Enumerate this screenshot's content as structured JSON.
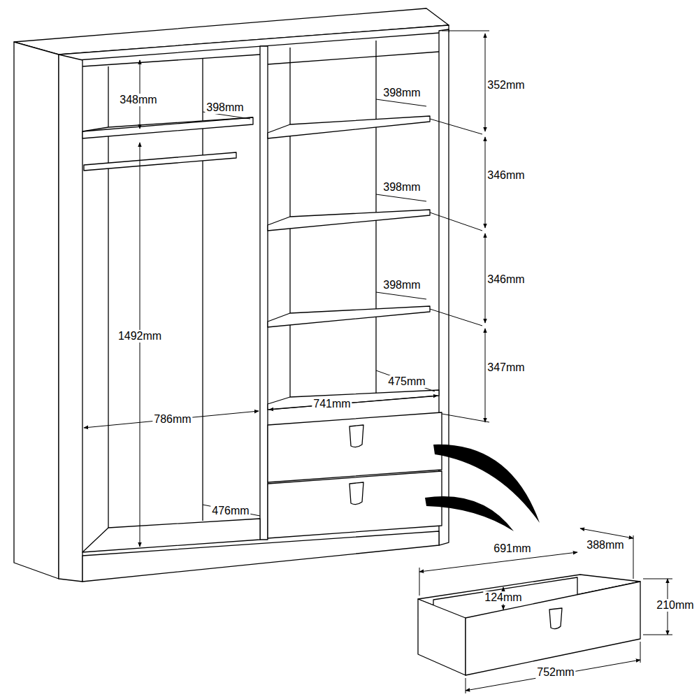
{
  "diagram": {
    "labels": [
      "348mm",
      "398mm",
      "398mm",
      "352mm",
      "346mm",
      "398mm",
      "398mm",
      "346mm",
      "1492mm",
      "347mm",
      "475mm",
      "741mm",
      "786mm",
      "476mm",
      "691mm",
      "388mm",
      "124mm",
      "210mm",
      "752mm"
    ]
  }
}
